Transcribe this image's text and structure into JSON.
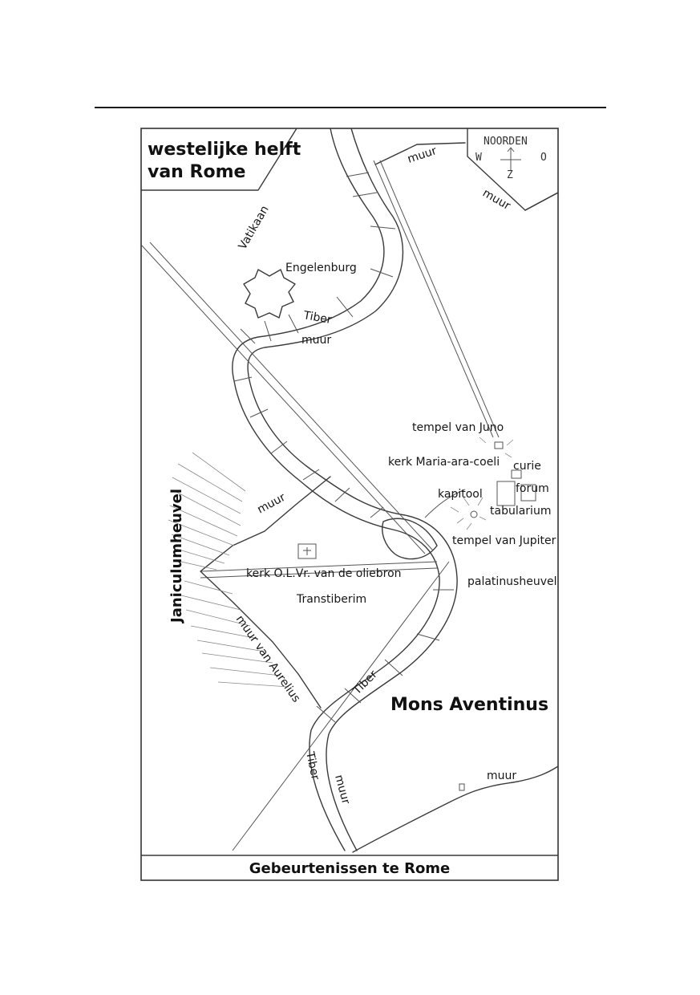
{
  "map": {
    "title_line1": "westelijke helft",
    "title_line2": "van Rome",
    "footer": "Gebeurtenissen te Rome",
    "compass": {
      "north": "NOORDEN",
      "west": "W",
      "east": "O",
      "south": "Z"
    },
    "labels": {
      "muur_top": "muur",
      "muur_topright": "muur",
      "vatikaan": "Vatikaan",
      "engelenburg": "Engelenburg",
      "tiber_top": "Tiber",
      "muur_tiber": "muur",
      "tempel_juno": "tempel van Juno",
      "kerk_maria": "kerk Maria-ara-coeli",
      "curie": "curie",
      "forum": "forum",
      "kapitool": "kapitool",
      "tabularium": "tabularium",
      "tempel_jupiter": "tempel van Jupiter",
      "palatinusheuvel": "palatinusheuvel",
      "muur_janiculum": "muur",
      "kerk_olvr": "kerk O.L.Vr. van de oliebron",
      "transtiberim": "Transtiberim",
      "janiculumheuvel": "Janiculumheuvel",
      "muur_aurelius": "muur van Aurelius",
      "tiber_mid": "Tiber",
      "mons_aventinus": "Mons Aventinus",
      "tiber_low": "Tiber",
      "muur_low": "muur",
      "muur_bottomright": "muur"
    }
  }
}
